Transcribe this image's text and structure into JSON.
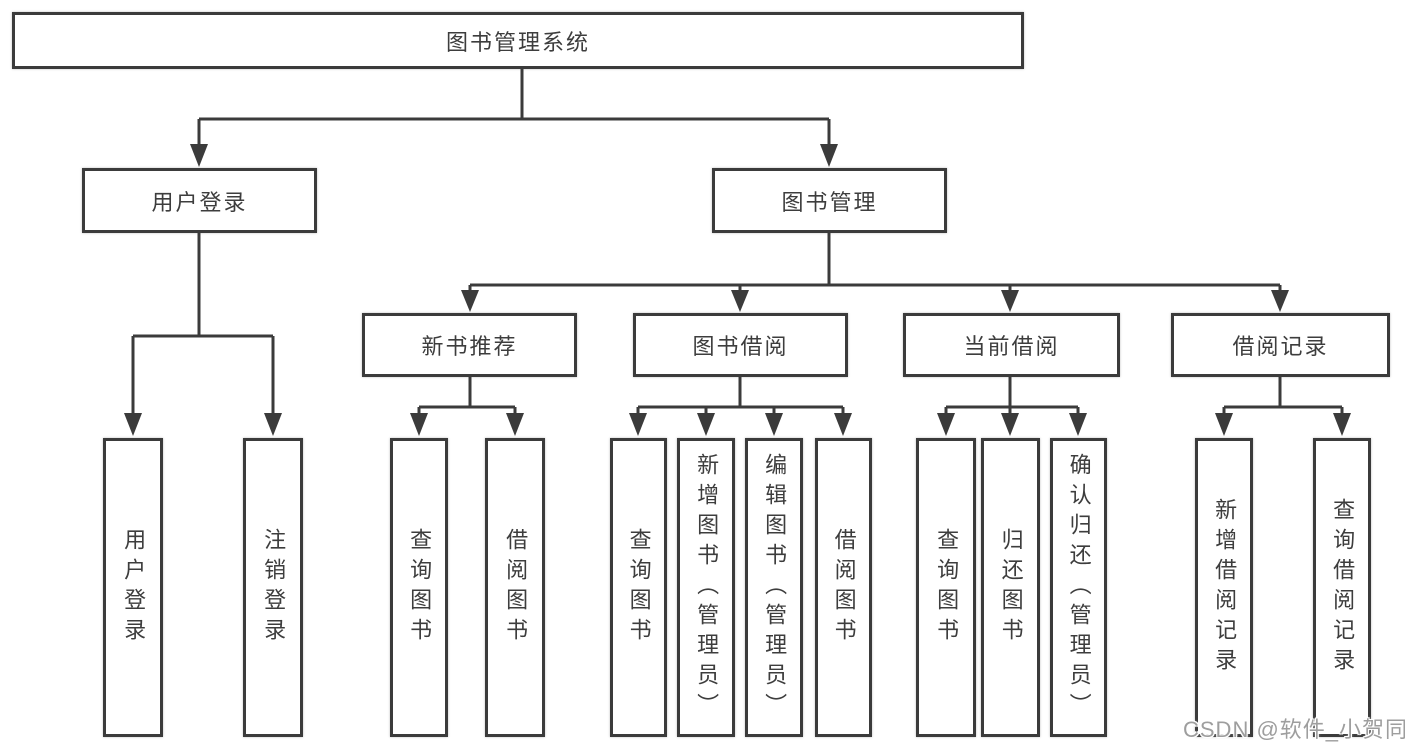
{
  "diagram": {
    "type": "hierarchy-tree",
    "tree": {
      "label": "图书管理系统",
      "children": [
        {
          "label": "用户登录",
          "children": [
            {
              "label": "用户登录"
            },
            {
              "label": "注销登录"
            }
          ]
        },
        {
          "label": "图书管理",
          "children": [
            {
              "label": "新书推荐",
              "children": [
                {
                  "label": "查询图书"
                },
                {
                  "label": "借阅图书"
                }
              ]
            },
            {
              "label": "图书借阅",
              "children": [
                {
                  "label": "查询图书"
                },
                {
                  "label": "新增图书（管理员）"
                },
                {
                  "label": "编辑图书（管理员）"
                },
                {
                  "label": "借阅图书"
                }
              ]
            },
            {
              "label": "当前借阅",
              "children": [
                {
                  "label": "查询图书"
                },
                {
                  "label": "归还图书"
                },
                {
                  "label": "确认归还（管理员）"
                }
              ]
            },
            {
              "label": "借阅记录",
              "children": [
                {
                  "label": "新增借阅记录"
                },
                {
                  "label": "查询借阅记录"
                }
              ]
            }
          ]
        }
      ]
    }
  },
  "watermark": {
    "text": "CSDN @软件_小贺同学"
  },
  "colors": {
    "line": "#3b3b3b",
    "text": "#3d3d3d",
    "box_background": "#ffffff",
    "page_background": "#ffffff",
    "watermark": "#9e9e9e"
  }
}
